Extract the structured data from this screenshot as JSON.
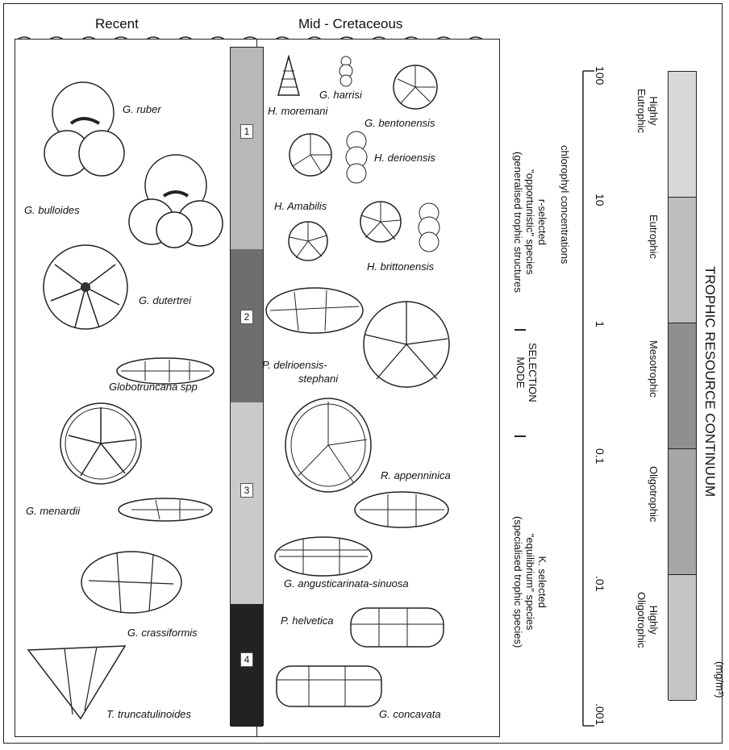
{
  "headers": {
    "recent": "Recent",
    "mid_cretaceous": "Mid - Cretaceous"
  },
  "segments": [
    {
      "num": "1",
      "color": "#b8b8b8"
    },
    {
      "num": "2",
      "color": "#6e6e6e"
    },
    {
      "num": "3",
      "color": "#cacaca"
    },
    {
      "num": "4",
      "color": "#222222"
    }
  ],
  "recent_species": [
    "G. ruber",
    "G. bulloides",
    "G. dutertrei",
    "Globotruncana spp",
    "G. menardii",
    "G. crassiformis",
    "T. truncatulinoides"
  ],
  "cretaceous_species": [
    "H. moremani",
    "G. harrisi",
    "G. bentonensis",
    "H. derioensis",
    "H. Amabilis",
    "H. brittonensis",
    "P. delrioensis-",
    "stephani",
    "R. appenninica",
    "G. angusticarinata-sinuosa",
    "P. helvetica",
    "G. concavata"
  ],
  "right": {
    "continuum_title": "TROPHIC RESOURCE CONTINUUM",
    "continuum": [
      {
        "label": "Highly\nEutrophic",
        "color": "#d8d8d8"
      },
      {
        "label": "Eutrophic",
        "color": "#bdbdbd"
      },
      {
        "label": "Mesotrophic",
        "color": "#8f8f8f"
      },
      {
        "label": "Oligotrophic",
        "color": "#a6a6a6"
      },
      {
        "label": "Highly\nOligotrophic",
        "color": "#c4c4c4"
      }
    ],
    "scale_ticks": [
      "100",
      "10",
      "1",
      "0.1",
      ".01",
      ".001"
    ],
    "scale_unit": "(mg/m³)",
    "axis_label": "chlorophyl concentrations",
    "r_selected": [
      "r-selected",
      "\"opportunistic\" species",
      "(generalised trophic structures"
    ],
    "selection_mode": [
      "SELECTION",
      "MODE"
    ],
    "k_selected": [
      "K. selected",
      "\"equilibrium\" species",
      "(specialised trophic species)"
    ]
  }
}
